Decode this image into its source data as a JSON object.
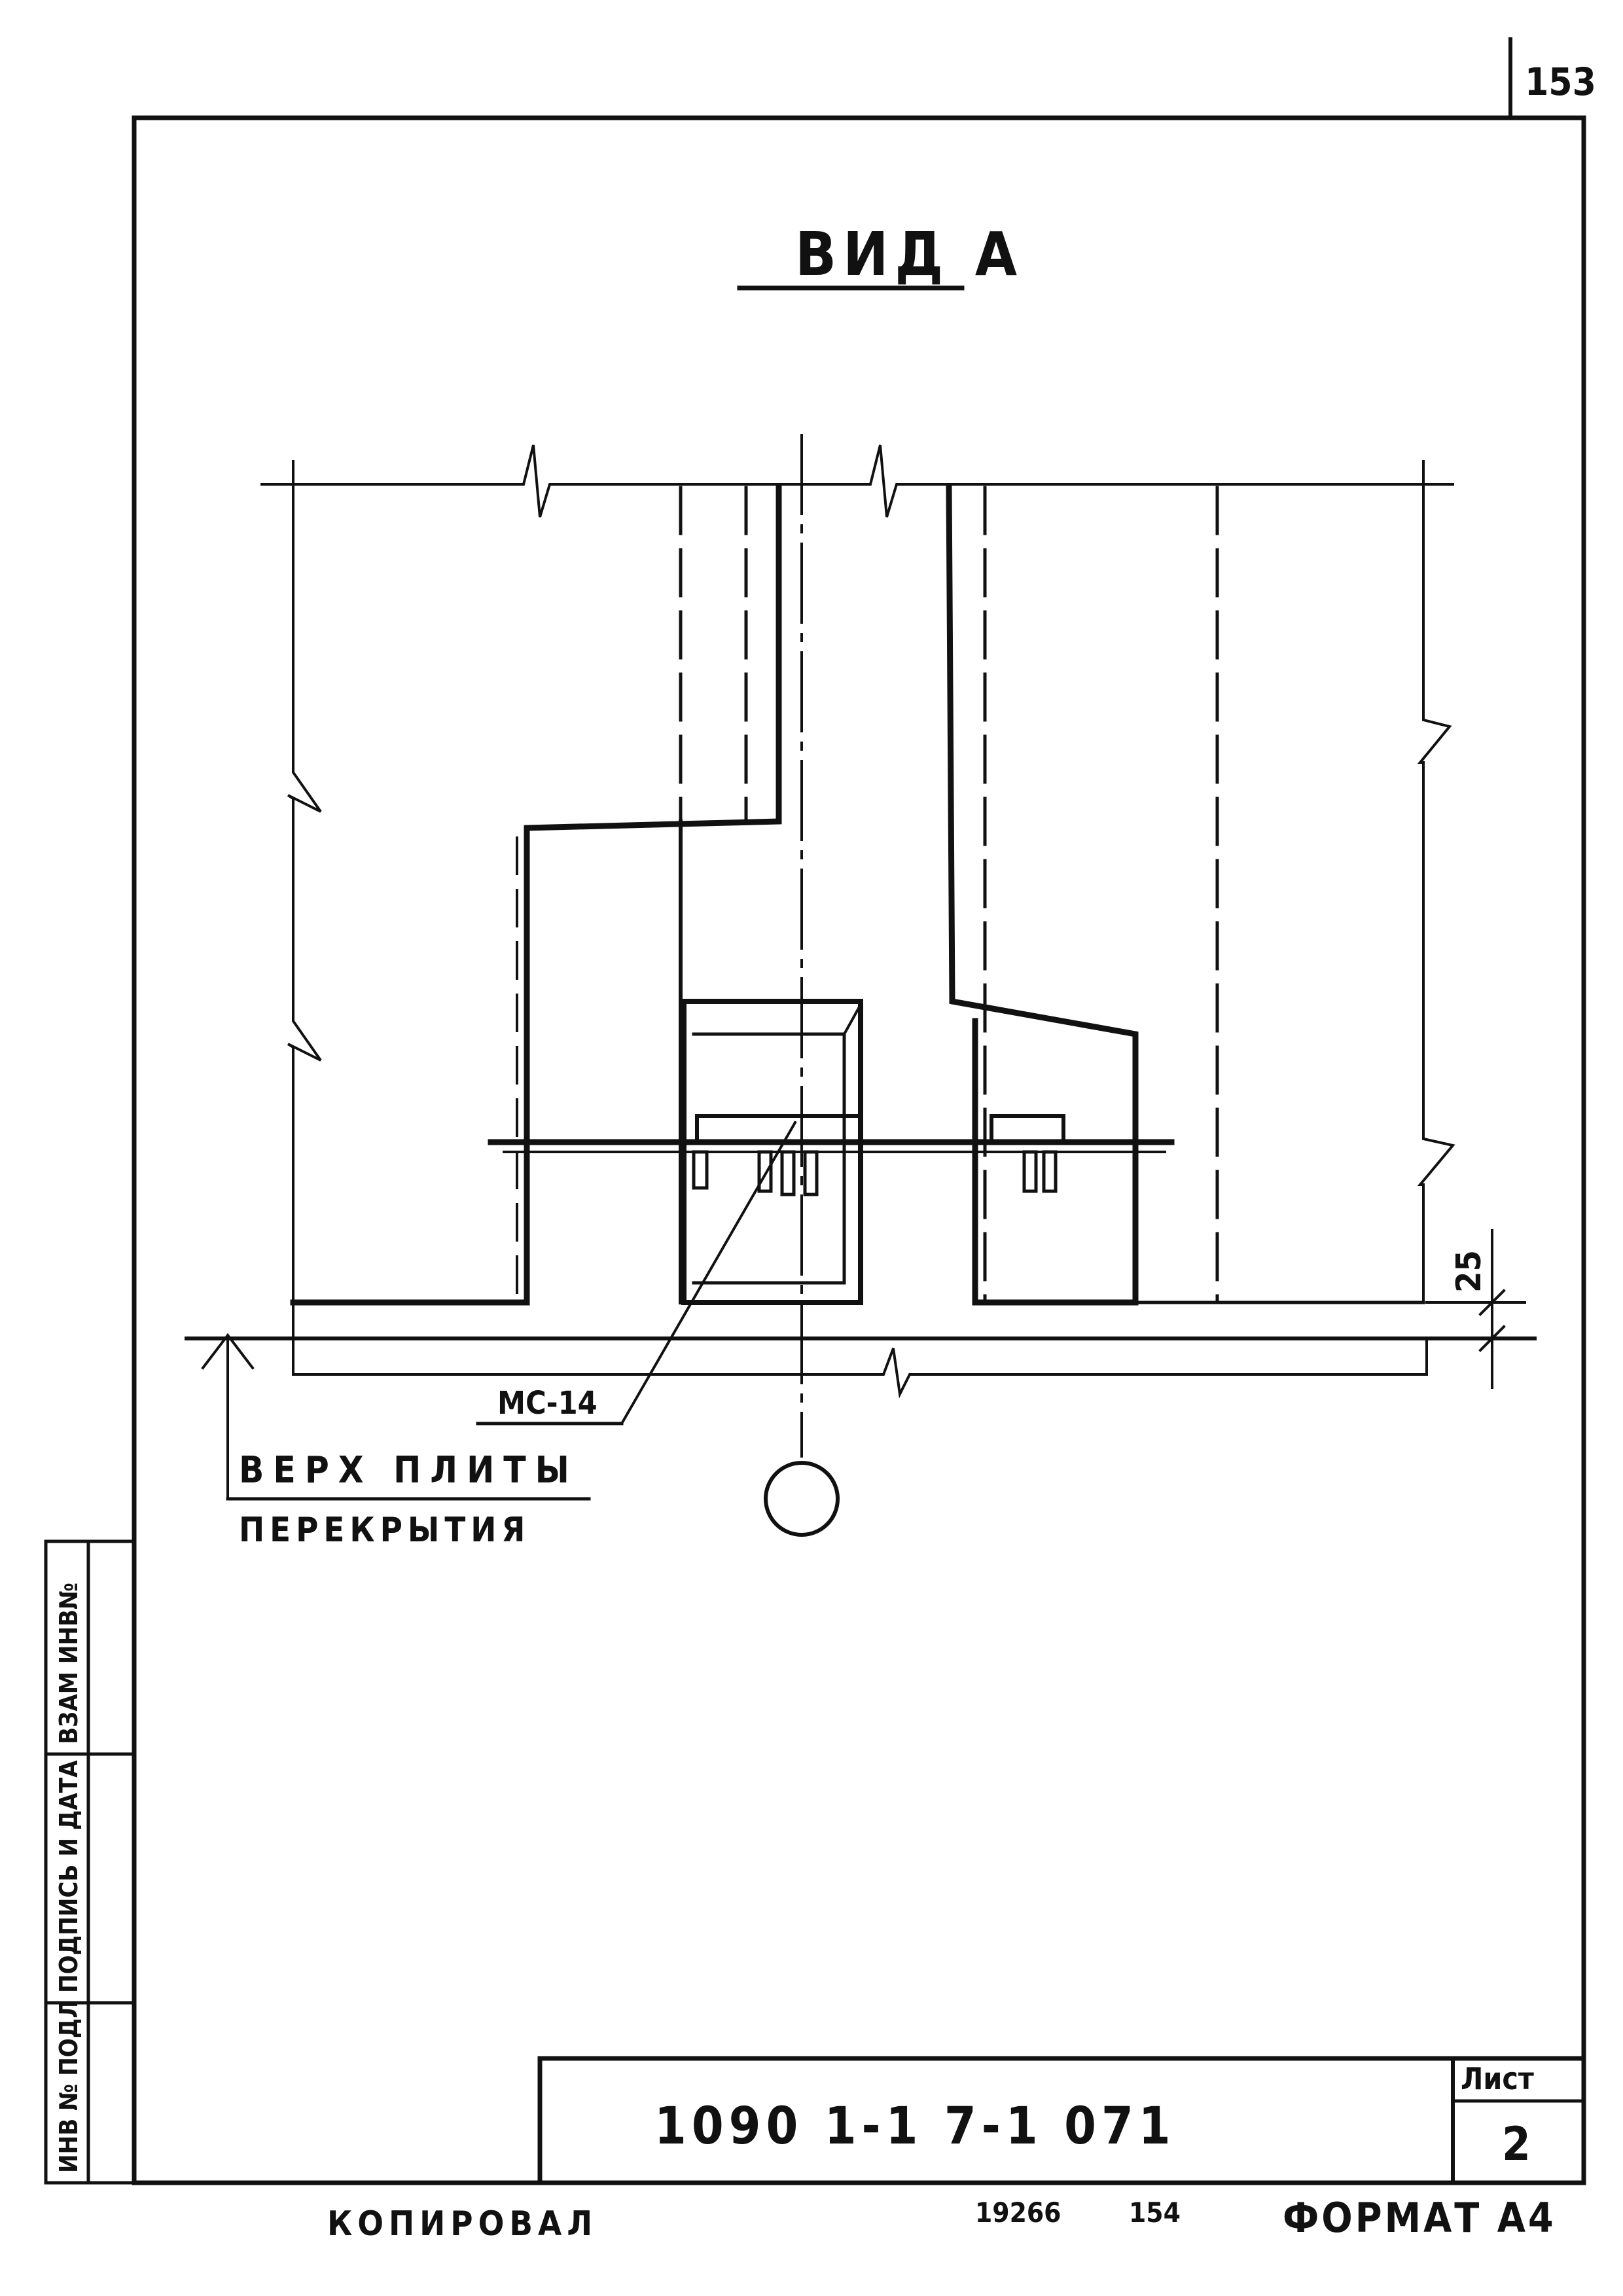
{
  "page_number": "153",
  "view_title": "ВИД А",
  "labels": {
    "part_mark": "МС-14",
    "dimension": "25",
    "level_line1": "ВЕРХ ПЛИТЫ",
    "level_line2": "ПЕРЕКРЫТИЯ"
  },
  "side_stamp": {
    "cells": [
      "ИНВ № ПОДЛ",
      "ПОДПИСЬ И ДАТА",
      "ВЗАМ ИНВ№"
    ]
  },
  "title_block": {
    "document_code": "1090 1-1 7-1 071",
    "sheet_label": "Лист",
    "sheet_number": "2"
  },
  "footer": {
    "copied": "КОПИРОВАЛ",
    "number_a": "19266",
    "number_b": "154",
    "format": "ФОРМАТ А4"
  }
}
